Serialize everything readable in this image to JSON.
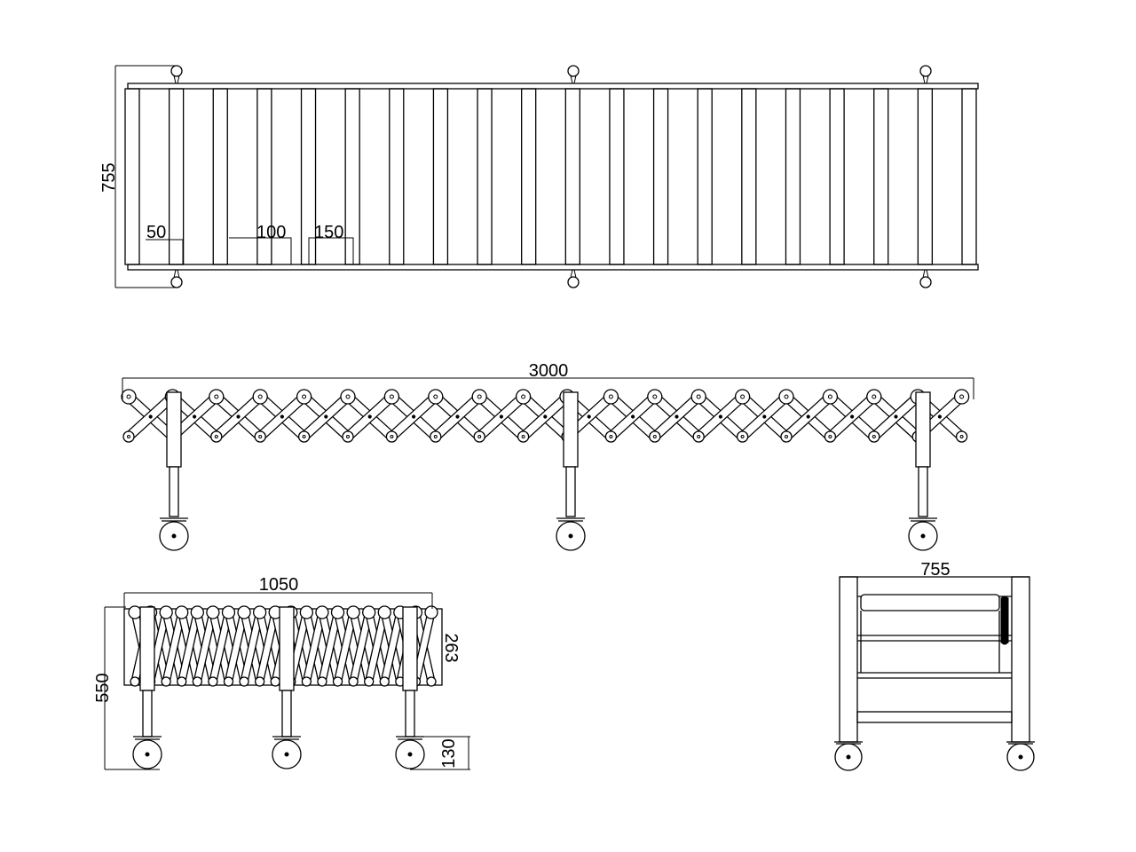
{
  "drawing": {
    "line_color": "#000000",
    "background": "#ffffff",
    "top_view": {
      "roller_count": 20,
      "dimensions": {
        "width": "755",
        "spacing_a": "50",
        "spacing_b": "100",
        "spacing_c": "150"
      }
    },
    "side_view_extended": {
      "dimensions": {
        "length": "3000"
      }
    },
    "side_view_compressed": {
      "dimensions": {
        "length": "1050",
        "frame_depth": "263",
        "height": "550",
        "wheel_height": "130"
      }
    },
    "end_view": {
      "dimensions": {
        "width": "755"
      }
    }
  }
}
